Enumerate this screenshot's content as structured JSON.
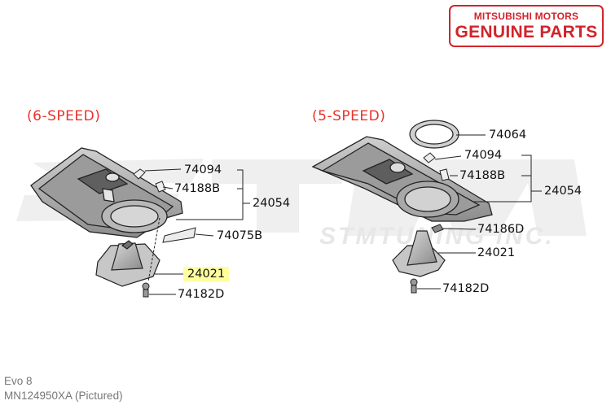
{
  "badge": {
    "line1": "MITSUBISHI MOTORS",
    "line2": "GENUINE PARTS"
  },
  "watermark": {
    "logo": "STM",
    "subtitle": "STMTUNING INC."
  },
  "sections": {
    "left": "(6-SPEED)",
    "right": "(5-SPEED)"
  },
  "left_parts": {
    "p74094": "74094",
    "p74188B": "74188B",
    "p24054": "24054",
    "p74075B": "74075B",
    "p24021": "24021",
    "p74182D": "74182D"
  },
  "right_parts": {
    "p74064": "74064",
    "p74094": "74094",
    "p74188B": "74188B",
    "p24054": "24054",
    "p74186D": "74186D",
    "p24021": "24021",
    "p74182D": "74182D"
  },
  "highlight_color": "#ffff9e",
  "accent_color": "#e8332c",
  "footer": {
    "model": "Evo 8",
    "part_number": "MN124950XA  (Pictured)"
  }
}
